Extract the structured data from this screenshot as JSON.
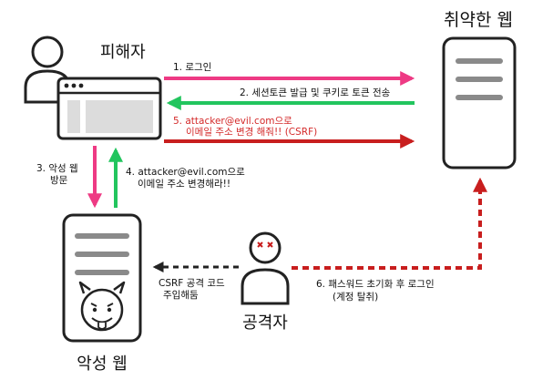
{
  "nodes": {
    "victim_label": "피해자",
    "vulnerable_web_label": "취약한 웹",
    "malicious_web_label": "악성 웹",
    "attacker_label": "공격자"
  },
  "steps": {
    "s1": "1. 로그인",
    "s2": "2. 세션토큰 발급 및 쿠키로 토큰 전송",
    "s5_line1": "5. attacker@evil.com으로",
    "s5_line2": "이메일 주소 변경 해줘!! (CSRF)",
    "s3_line1": "3. 악성 웹",
    "s3_line2": "방문",
    "s4_line1": "4. attacker@evil.com으로",
    "s4_line2": "이메일 주소 변경해라!!",
    "csrf_line1": "CSRF 공격 코드",
    "csrf_line2": "주입해둠",
    "s6_line1": "6. 패스워드 초기화 후 로그인",
    "s6_line2": "(계정 탈취)"
  },
  "colors": {
    "pink": "#ee3a84",
    "green": "#22c55e",
    "red": "#c81e1e",
    "red_text": "#d42a2a",
    "dark": "#222222",
    "gray": "#8a8a8a"
  },
  "icons": {
    "victim": "person-icon",
    "browser": "browser-window-icon",
    "server": "server-icon",
    "devil": "devil-face-icon",
    "attacker": "attacker-person-icon"
  }
}
